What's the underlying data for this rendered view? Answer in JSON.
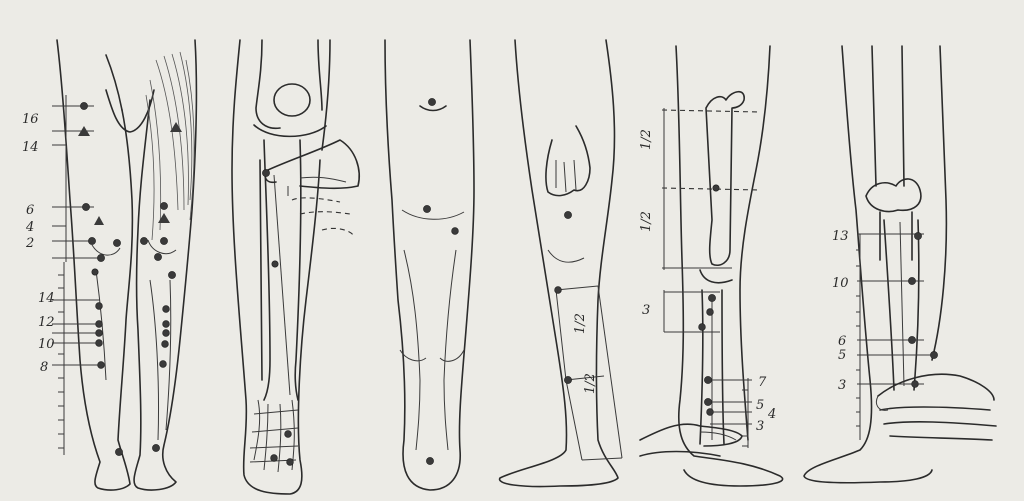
{
  "colors": {
    "background": "#ecebe6",
    "ink": "#2b2b2b",
    "point": "#3a3a3a"
  },
  "panel1": {
    "upper_scale": [
      "16",
      "14",
      "6",
      "4",
      "2"
    ],
    "lower_scale": [
      "14",
      "12",
      "10",
      "8"
    ]
  },
  "panel4": {
    "segments": [
      "1/2",
      "1/2"
    ]
  },
  "panel5": {
    "thigh_segments": [
      "1/2",
      "1/2"
    ],
    "knee_mark": "3",
    "shin_scale": [
      "7",
      "5",
      "4",
      "3"
    ]
  },
  "panel6": {
    "scale": [
      "13",
      "10",
      "6",
      "5",
      "3"
    ]
  }
}
